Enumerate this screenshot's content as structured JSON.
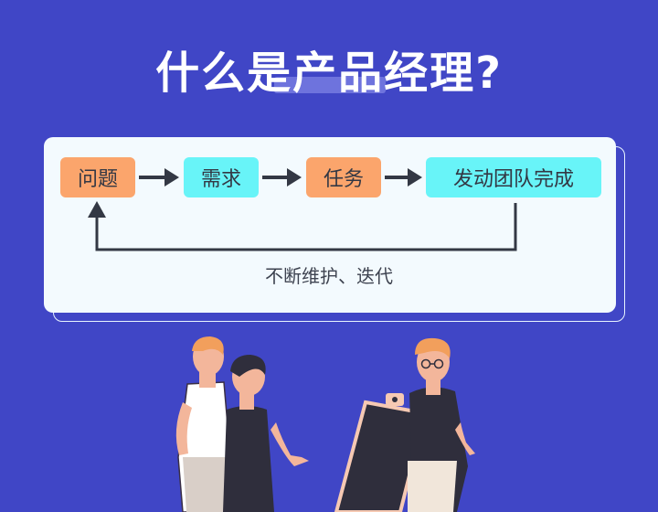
{
  "title": "什么是产品经理?",
  "flow": {
    "steps": [
      {
        "label": "问题",
        "color": "#fba56c"
      },
      {
        "label": "需求",
        "color": "#68f4f8"
      },
      {
        "label": "任务",
        "color": "#fba56c"
      },
      {
        "label": "发动团队完成",
        "color": "#68f4f8"
      }
    ],
    "loop_label": "不断维护、迭代"
  },
  "colors": {
    "background": "#4046c6",
    "card": "#f3fafe",
    "arrow": "#333844"
  },
  "illustration": {
    "people_count": 3,
    "object": "display-board"
  }
}
